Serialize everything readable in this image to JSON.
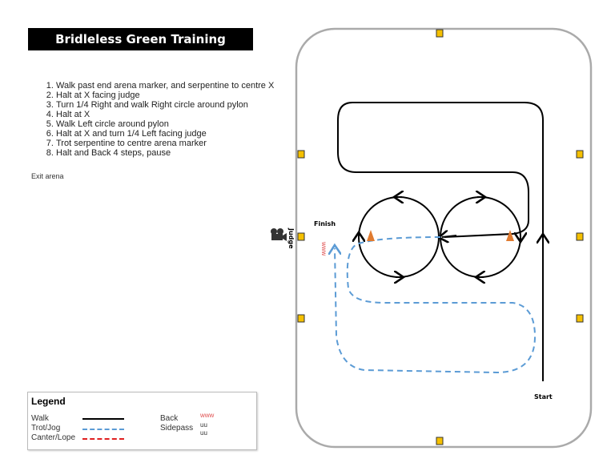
{
  "title": "Bridleless Green Training",
  "steps": [
    "Walk past end arena marker, and serpentine to centre X",
    "Halt at X facing judge",
    "Turn 1/4 Right and walk Right circle around pylon",
    "Halt at X",
    "Walk Left circle around pylon",
    "Halt at X and turn 1/4 Left facing judge",
    "Trot serpentine to centre arena marker",
    "Halt and Back 4 steps, pause"
  ],
  "exit": "Exit arena",
  "arena": {
    "judge": "Judge",
    "finish": "Finish",
    "start": "Start",
    "back_mark": "www"
  },
  "legend": {
    "title": "Legend",
    "walk": "Walk",
    "trot": "Trot/Jog",
    "canter": "Canter/Lope",
    "back": "Back",
    "back_mark": "www",
    "sidepass": "Sidepass",
    "sidepass_mark": "uu"
  },
  "colors": {
    "walk": "#000000",
    "trot": "#5b9bd5",
    "canter": "#e02020",
    "back": "#e05050",
    "marker": "#f5c000",
    "pylon": "#e07b30"
  }
}
